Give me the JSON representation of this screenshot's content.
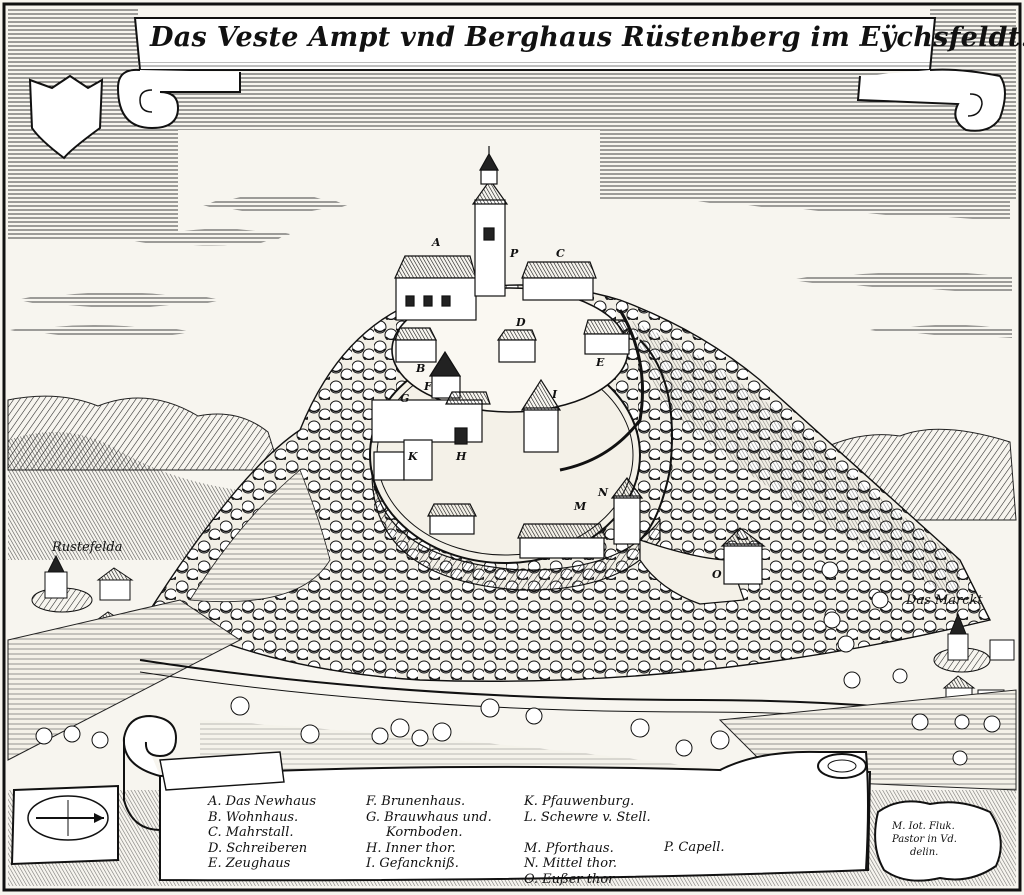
{
  "title": "Das Veste Ampt vnd Berghaus Rüstenberg im Eÿchsfeldt.",
  "places": {
    "left": "Rustefelda",
    "right": "Das Marckt"
  },
  "map_letters": [
    "A",
    "B",
    "C",
    "D",
    "E",
    "F",
    "G",
    "H",
    "I",
    "K",
    "M",
    "N",
    "O",
    "P"
  ],
  "legend": {
    "col1": [
      "A. Das Newhaus",
      "B. Wohnhaus.",
      "C. Mahrstall.",
      "D. Schreiberen",
      "E. Zeughaus"
    ],
    "col2": [
      "F. Brunenhaus.",
      "G. Brauwhaus und.",
      "Kornboden.",
      "H. Inner thor.",
      "I. Gefanckniß."
    ],
    "col3": [
      "K. Pfauwenburg.",
      "L. Schewre v. Stell.",
      "M. Pforthaus.",
      "N. Mittel thor.",
      "O. Eußer thor"
    ],
    "col4": [
      "P. Capell."
    ]
  },
  "credit": [
    "M. Iot. Fluk.",
    "Pastor in Vd.",
    "delin."
  ],
  "colors": {
    "ink": "#111111",
    "paper": "#f7f5ef"
  }
}
